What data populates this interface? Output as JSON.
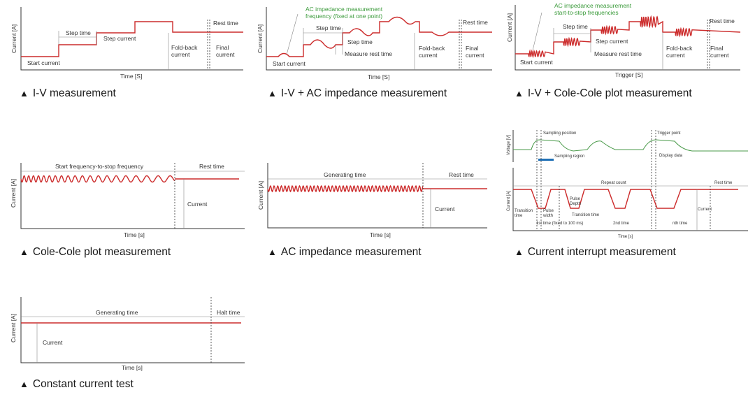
{
  "panels": {
    "iv": {
      "caption": "I-V measurement",
      "ylabel": "Current [A]",
      "xlabel": "Time [S]",
      "labels": {
        "start": "Start current",
        "step_time": "Step time",
        "step_current": "Step current",
        "foldback1": "Fold-back",
        "foldback2": "current",
        "rest": "Rest time",
        "final1": "Final",
        "final2": "current"
      }
    },
    "iv_ac": {
      "caption": "I-V + AC impedance measurement",
      "ylabel": "Current [A]",
      "xlabel": "Time [S]",
      "labels": {
        "note1": "AC impedance measurement",
        "note2": "frequency (fixed at one point)",
        "start": "Start current",
        "step_time1": "Step time",
        "step_time2": "Step time",
        "measure_rest": "Measure rest time",
        "foldback1": "Fold-back",
        "foldback2": "current",
        "rest": "Rest time",
        "final1": "Final",
        "final2": "current"
      }
    },
    "iv_cc": {
      "caption": "I-V + Cole-Cole plot measurement",
      "ylabel": "Current [A]",
      "xlabel": "Trigger [S]",
      "labels": {
        "note1": "AC impedance measurement",
        "note2": "start-to-stop frequencies",
        "start": "Start current",
        "step_time": "Step time",
        "step_current": "Step current",
        "measure_rest": "Measure rest time",
        "foldback1": "Fold-back",
        "foldback2": "current",
        "rest": "Rest time",
        "final1": "Final",
        "final2": "current"
      }
    },
    "colecole": {
      "caption": "Cole-Cole plot measurement",
      "ylabel": "Current [A]",
      "xlabel": "Time [s]",
      "labels": {
        "span": "Start frequency-to-stop frequency",
        "rest": "Rest time",
        "current": "Current"
      }
    },
    "ac": {
      "caption": "AC impedance measurement",
      "ylabel": "Current [A]",
      "xlabel": "Time [s]",
      "labels": {
        "gen": "Generating time",
        "rest": "Rest time",
        "current": "Current"
      }
    },
    "ci": {
      "caption": "Current interrupt measurement",
      "ylabel_top": "Voltage [V]",
      "ylabel_bottom": "Current [A]",
      "xlabel": "Time [s]",
      "labels": {
        "sampling_pos": "Sampling position",
        "sampling_region": "Sampling region",
        "trigger": "Trigger point",
        "display": "Display data",
        "repeat": "Repeat count",
        "rest": "Rest time",
        "pulse_depth1": "Pulse",
        "pulse_depth2": "Depth",
        "pulse_width1": "Pulse",
        "pulse_width2": "width",
        "trans1": "Transition",
        "trans2": "time",
        "trans_time": "Transition time",
        "current": "Current",
        "first": "1st time (fixed to 100 ms)",
        "second": "2nd time",
        "nth": "nth time"
      }
    },
    "cc": {
      "caption": "Constant current test",
      "ylabel": "Current [A]",
      "xlabel": "Time [s]",
      "labels": {
        "gen": "Generating time",
        "halt": "Halt time",
        "current": "Current"
      }
    }
  },
  "colors": {
    "signal": "#cc2b2b",
    "annotation": "#3a9a3a",
    "sampling_bar": "#1f6fb5",
    "axis": "#333333"
  }
}
